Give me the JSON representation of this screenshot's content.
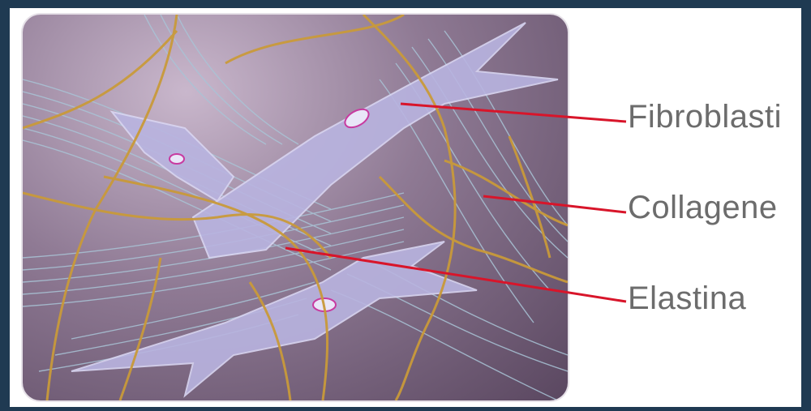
{
  "labels": {
    "fibroblasti": "Fibroblasti",
    "collagene": "Collagene",
    "elastina": "Elastina"
  },
  "colors": {
    "leader_line": "#d8152a",
    "label_text": "#6c6c6c",
    "background_outer": "#1f3a52",
    "fibroblast": "#b9b4e0",
    "collagen": "#a9c4d6",
    "elastin": "#c99a3a"
  }
}
